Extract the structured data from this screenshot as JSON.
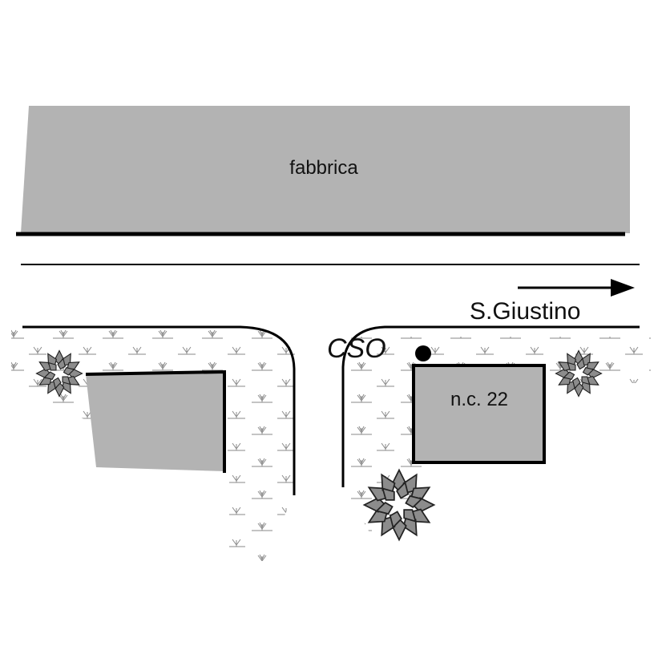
{
  "map": {
    "labels": {
      "factory": "fabbrica",
      "street": "S.Giustino",
      "point": "CSO",
      "building": "n.c. 22"
    },
    "colors": {
      "building_fill": "#b3b3b3",
      "line": "#000000",
      "grass_mark": "#8a8a8a",
      "tree_fill": "#8c8c8c",
      "background": "#ffffff"
    },
    "icons": [
      "tree-icon",
      "grass-pattern",
      "direction-arrow-icon",
      "point-marker-icon"
    ]
  }
}
